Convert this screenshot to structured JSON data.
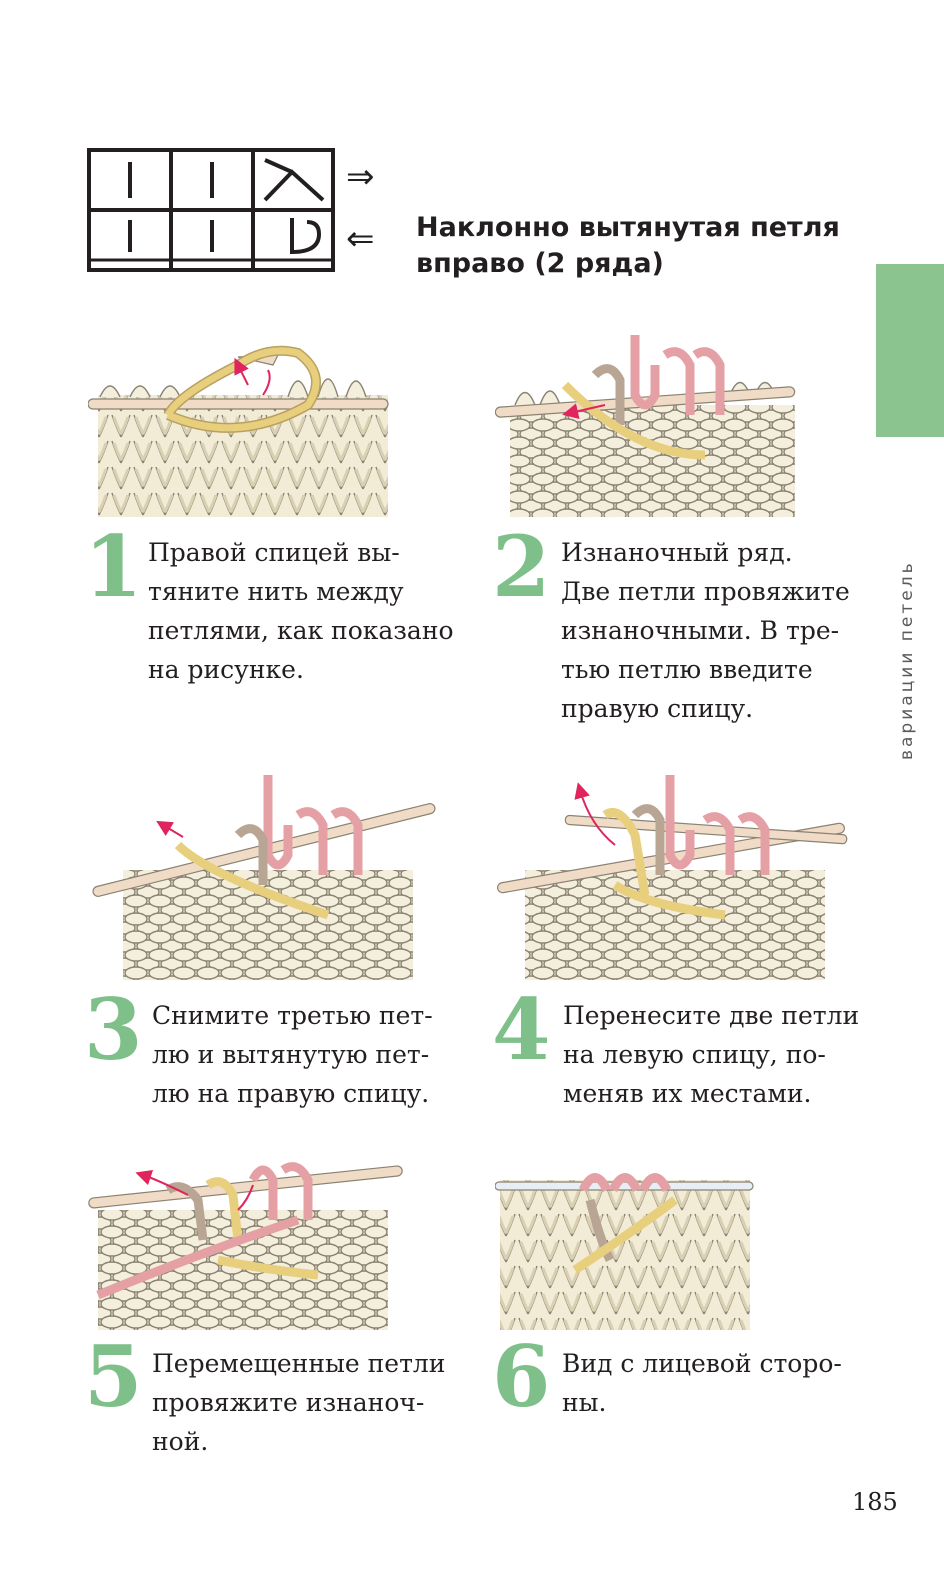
{
  "header": {
    "title": "Наклонно вытянутая петля вправо (2 ряда)",
    "arrow_right": "⇒",
    "arrow_left": "⇐"
  },
  "side_tab": {
    "label": "вариации петель",
    "color": "#8cc490"
  },
  "steps": [
    {
      "number": "1",
      "text": "Правой спицей вы-\nтяните нить между\nпетлями, как показано\nна рисунке."
    },
    {
      "number": "2",
      "text": "Изнаночный ряд.\nДве петли провяжите\nизнаночными. В тре-\nтью петлю введите\nправую спицу."
    },
    {
      "number": "3",
      "text": "Снимите третью пет-\nлю и вытянутую пет-\nлю на правую спицу."
    },
    {
      "number": "4",
      "text": "Перенесите две петли\nна левую спицу, по-\nменяв их местами."
    },
    {
      "number": "5",
      "text": "Перемещенные петли\nпровяжите изнаноч-\nной."
    },
    {
      "number": "6",
      "text": "Вид с лицевой сторо-\nны."
    }
  ],
  "colors": {
    "accent_green": "#7fc08a",
    "yarn_cream": "#f2ecd6",
    "yarn_yellow": "#e8cf7e",
    "yarn_pink": "#e5a0a5",
    "yarn_taupe": "#b8a594",
    "needle": "#f0dcc6",
    "arrow_red": "#e0245e"
  },
  "page_number": "185"
}
